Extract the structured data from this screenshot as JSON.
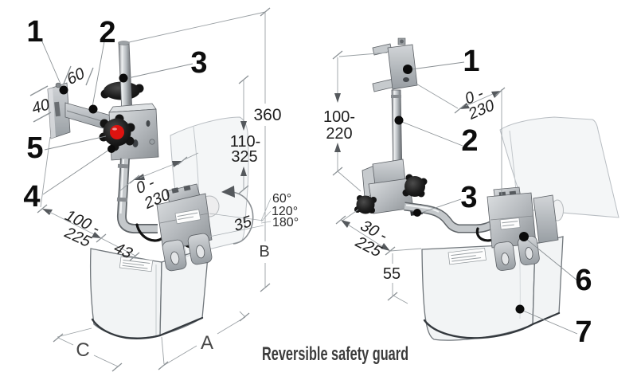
{
  "caption": "Reversible safety guard",
  "colors": {
    "accent_red": "#dd1310",
    "knob_black": "#141414",
    "metal_light": "#d3d6d9",
    "metal_dark": "#85898d",
    "dim_line": "#9aa0a4",
    "dim_text": "#1f1f1f",
    "callout_text": "#0d0d0d",
    "caption_text": "#3c3c3c"
  },
  "left": {
    "c1": "1",
    "c2": "2",
    "c3": "3",
    "c4": "4",
    "c5": "5",
    "d60": "60",
    "d40": "40",
    "d360": "360",
    "d110_325_l1": "110-",
    "d110_325_l2": "325",
    "d0_230_l1": "0 -",
    "d0_230_l2": "230",
    "d100_225_l1": "100 -",
    "d100_225_l2": "225",
    "d43": "43",
    "d35": "35",
    "ang60": "60°",
    "ang120": "120°",
    "ang180": "180°",
    "dimB": "B",
    "dimA": "A",
    "dimC": "C"
  },
  "right": {
    "c1": "1",
    "c2": "2",
    "c3": "3",
    "c6": "6",
    "c7": "7",
    "d0_230_l1": "0 -",
    "d0_230_l2": "230",
    "d100_220_l1": "100-",
    "d100_220_l2": "220",
    "d30_225_l1": "30 -",
    "d30_225_l2": "225",
    "d55": "55"
  }
}
